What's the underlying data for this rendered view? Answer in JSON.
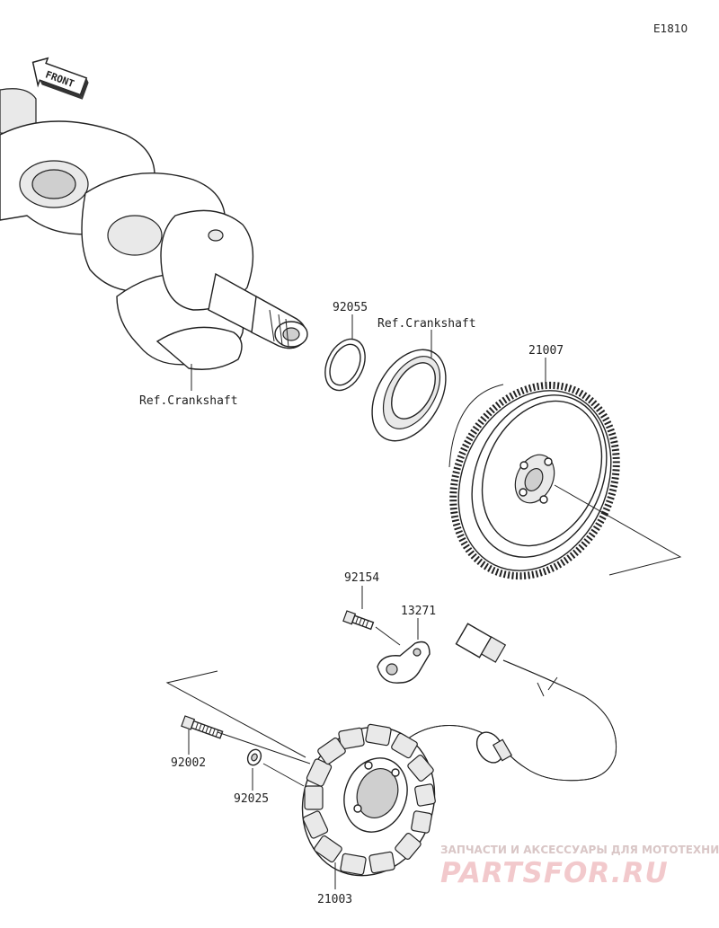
{
  "diagram_code": "E1810",
  "front_label": "FRONT",
  "labels": {
    "ref_crankshaft_lower": "Ref.Crankshaft",
    "ref_crankshaft_upper": "Ref.Crankshaft",
    "p92055": "92055",
    "p21007": "21007",
    "p92154": "92154",
    "p13271": "13271",
    "p92002": "92002",
    "p92025": "92025",
    "p21003": "21003"
  },
  "watermark": {
    "line1": "ЗАПЧАСТИ И АКСЕССУАРЫ ДЛЯ МОТОТЕХНИКИ",
    "line2": "PARTSFOR.RU"
  }
}
